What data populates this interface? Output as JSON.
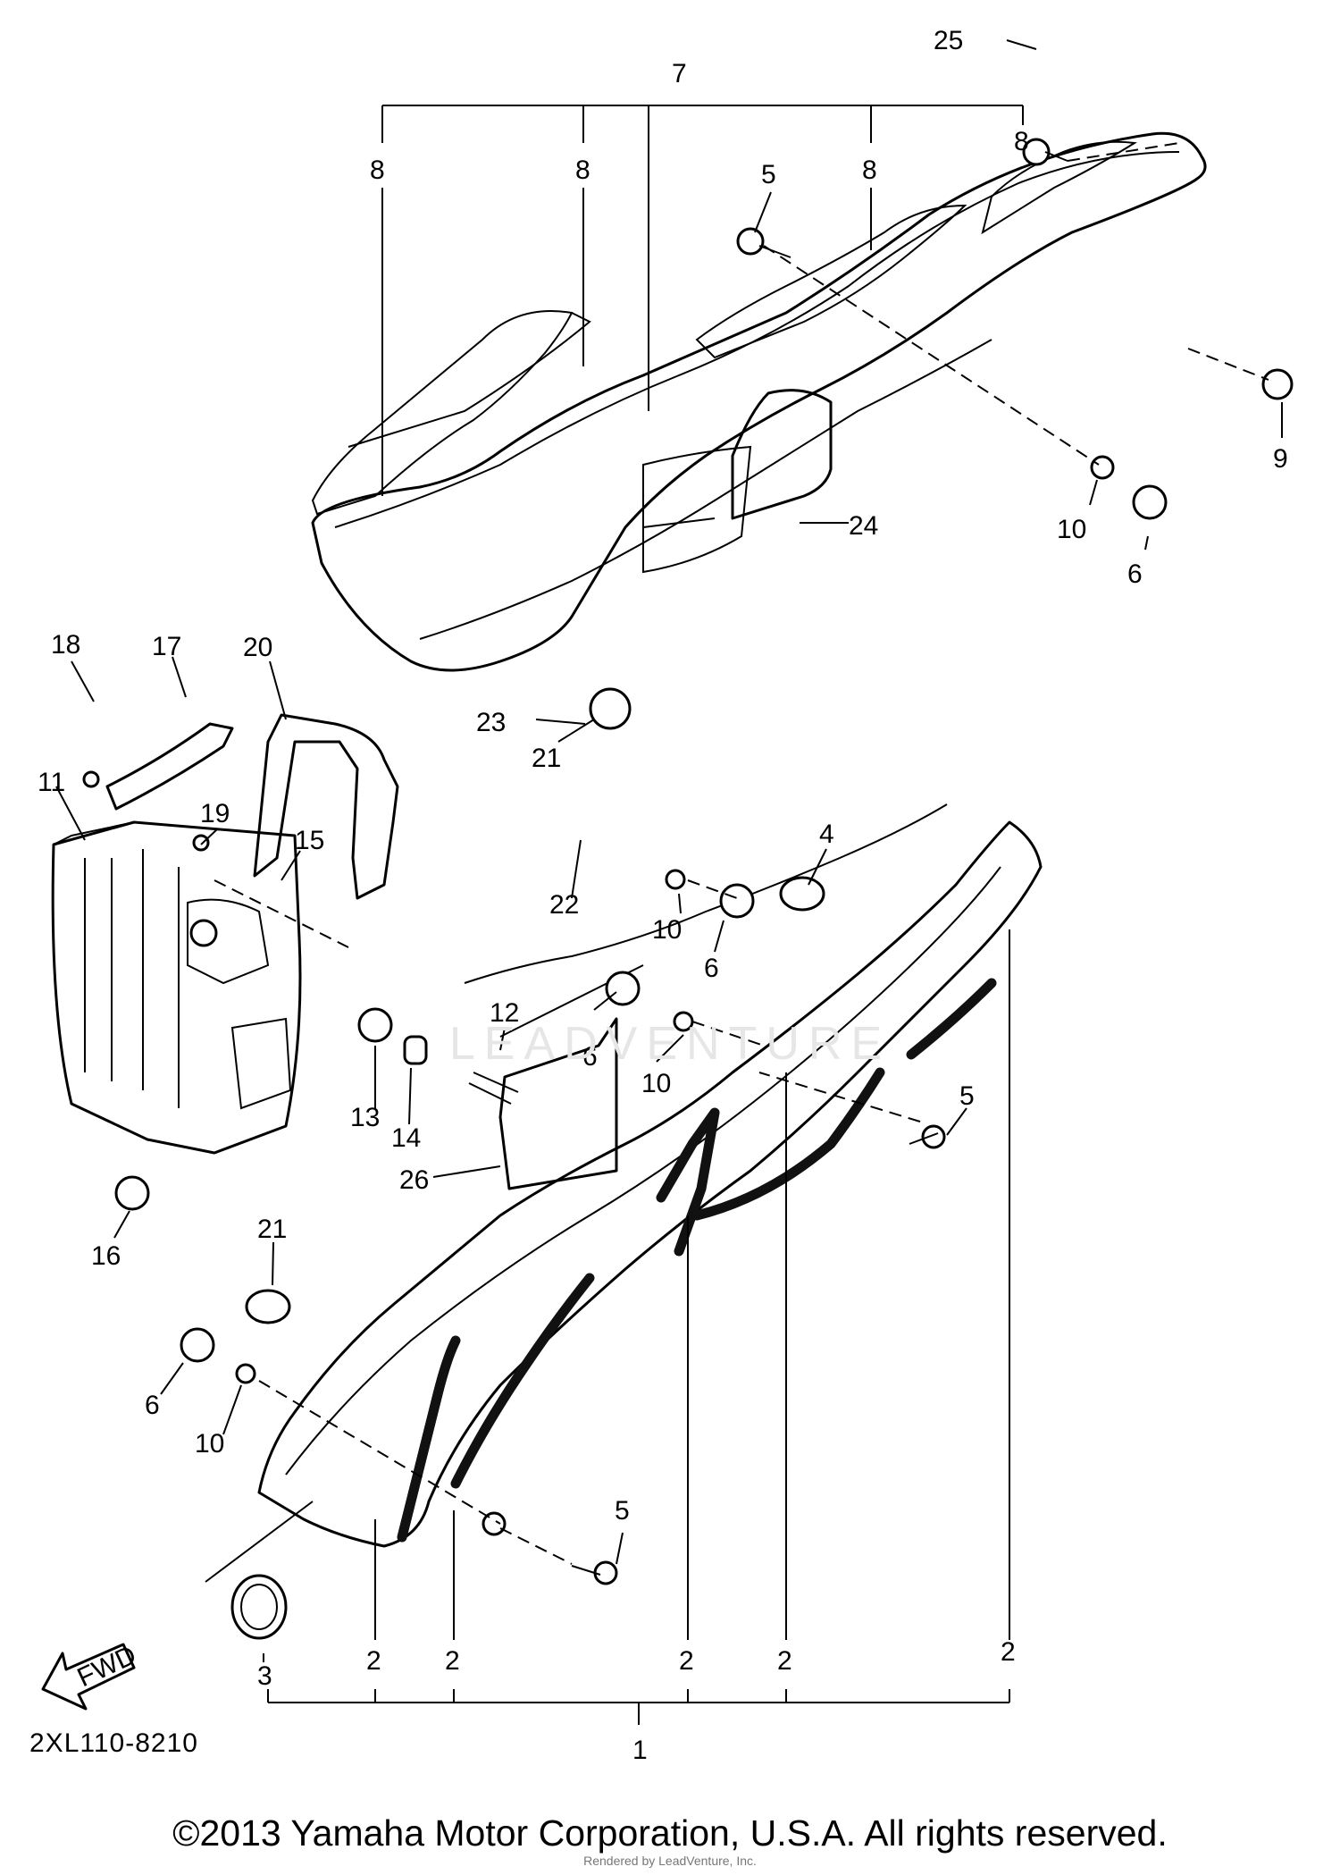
{
  "diagram": {
    "drawing_code": "2XL110-8210",
    "copyright": "©2013 Yamaha Motor Corporation, U.S.A. All rights reserved.",
    "watermark": "LEADVENTURE",
    "renderer": "Rendered by LeadVenture, Inc.",
    "fwd_label": "FWD",
    "callouts": [
      "25",
      "7",
      "8",
      "8",
      "8",
      "8",
      "5",
      "9",
      "10",
      "6",
      "24",
      "18",
      "17",
      "20",
      "11",
      "19",
      "15",
      "23",
      "21",
      "22",
      "4",
      "10",
      "6",
      "6",
      "12",
      "10",
      "13",
      "14",
      "26",
      "5",
      "16",
      "21",
      "6",
      "10",
      "5",
      "3",
      "2",
      "2",
      "2",
      "2",
      "2",
      "1"
    ]
  }
}
